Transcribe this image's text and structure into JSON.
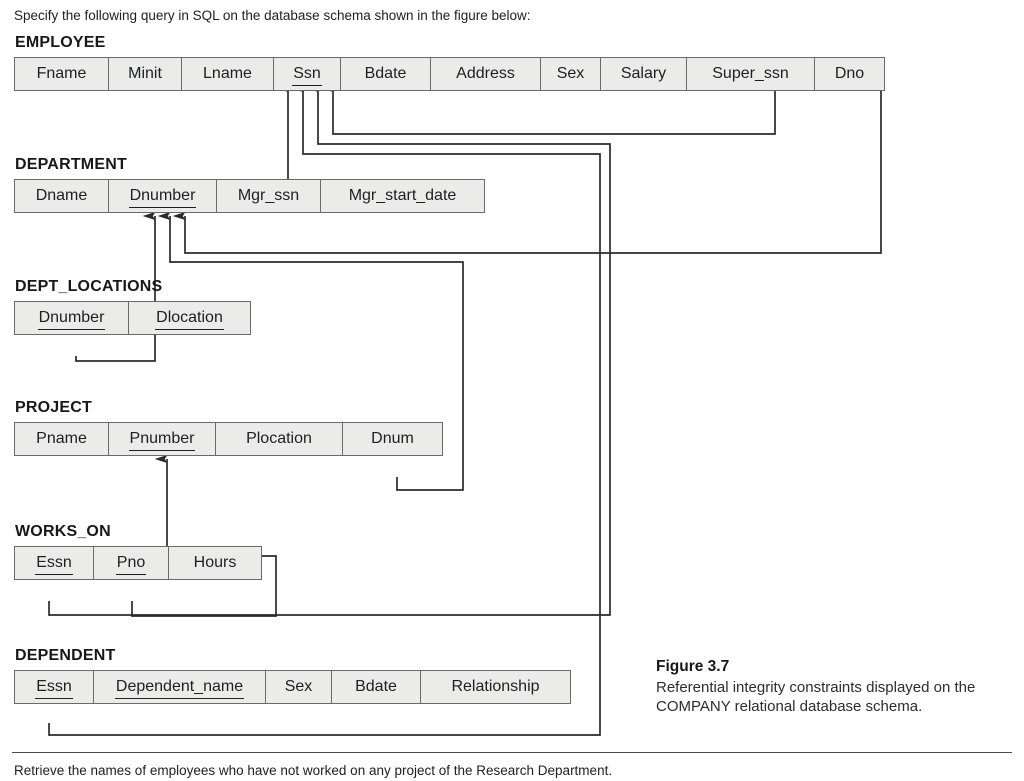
{
  "intro_text": "Specify the following query in SQL on the database schema shown in the figure below:",
  "outro_text": "Retrieve the names of employees who have not worked on any project of the Research Department.",
  "figure": {
    "caption_title": "Figure 3.7",
    "caption_body": "Referential integrity constraints displayed on the COMPANY relational database schema."
  },
  "style": {
    "cell_fill": "#ebebea",
    "cell_border": "#6a6a6a",
    "connector": "#2b2b2b",
    "text": "#1d1f22"
  },
  "relations": [
    {
      "name": "EMPLOYEE",
      "attributes": [
        {
          "label": "Fname",
          "pk": false,
          "width": 94
        },
        {
          "label": "Minit",
          "pk": false,
          "width": 73
        },
        {
          "label": "Lname",
          "pk": false,
          "width": 92
        },
        {
          "label": "Ssn",
          "pk": true,
          "width": 67
        },
        {
          "label": "Bdate",
          "pk": false,
          "width": 90
        },
        {
          "label": "Address",
          "pk": false,
          "width": 110
        },
        {
          "label": "Sex",
          "pk": false,
          "width": 60
        },
        {
          "label": "Salary",
          "pk": false,
          "width": 86
        },
        {
          "label": "Super_ssn",
          "pk": false,
          "width": 128
        },
        {
          "label": "Dno",
          "pk": false,
          "width": 70
        }
      ]
    },
    {
      "name": "DEPARTMENT",
      "attributes": [
        {
          "label": "Dname",
          "pk": false,
          "width": 94
        },
        {
          "label": "Dnumber",
          "pk": true,
          "width": 108
        },
        {
          "label": "Mgr_ssn",
          "pk": false,
          "width": 104
        },
        {
          "label": "Mgr_start_date",
          "pk": false,
          "width": 164
        }
      ]
    },
    {
      "name": "DEPT_LOCATIONS",
      "attributes": [
        {
          "label": "Dnumber",
          "pk": true,
          "width": 114
        },
        {
          "label": "Dlocation",
          "pk": true,
          "width": 122
        }
      ]
    },
    {
      "name": "PROJECT",
      "attributes": [
        {
          "label": "Pname",
          "pk": false,
          "width": 94
        },
        {
          "label": "Pnumber",
          "pk": true,
          "width": 107
        },
        {
          "label": "Plocation",
          "pk": false,
          "width": 127
        },
        {
          "label": "Dnum",
          "pk": false,
          "width": 100
        }
      ]
    },
    {
      "name": "WORKS_ON",
      "attributes": [
        {
          "label": "Essn",
          "pk": true,
          "width": 79
        },
        {
          "label": "Pno",
          "pk": true,
          "width": 75
        },
        {
          "label": "Hours",
          "pk": false,
          "width": 93
        }
      ]
    },
    {
      "name": "DEPENDENT",
      "attributes": [
        {
          "label": "Essn",
          "pk": true,
          "width": 79
        },
        {
          "label": "Dependent_name",
          "pk": true,
          "width": 172
        },
        {
          "label": "Sex",
          "pk": false,
          "width": 66
        },
        {
          "label": "Bdate",
          "pk": false,
          "width": 89
        },
        {
          "label": "Relationship",
          "pk": false,
          "width": 150
        }
      ]
    }
  ]
}
